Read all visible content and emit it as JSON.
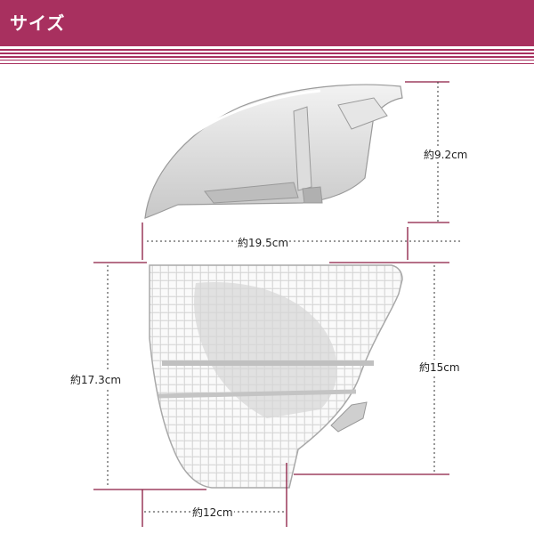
{
  "header": {
    "title": "サイズ"
  },
  "dimensions": {
    "top_height": "約9.2cm",
    "top_width": "約19.5cm",
    "front_height": "約17.3cm",
    "front_inner_height": "約15cm",
    "front_bottom_width": "約12cm"
  },
  "colors": {
    "header": "#a8305f",
    "guide_line": "#8a1a40"
  }
}
